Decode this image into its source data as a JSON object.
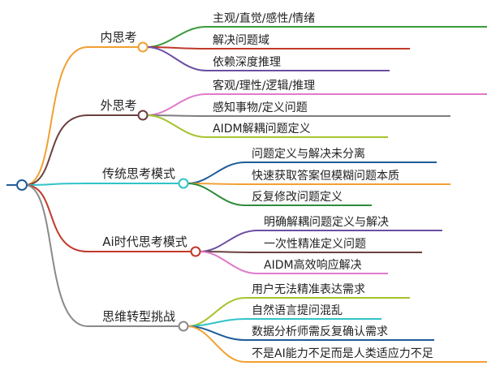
{
  "branches": [
    {
      "label": "内思考",
      "color": "#F2A033",
      "leaves": [
        {
          "label": "主观/直觉/感性/情绪",
          "color": "#3A9A3A"
        },
        {
          "label": "解决问题域",
          "color": "#C0392B"
        },
        {
          "label": "依赖深度推理",
          "color": "#6A4FA3"
        }
      ]
    },
    {
      "label": "外思考",
      "color": "#6B4040",
      "leaves": [
        {
          "label": "客观/理性/逻辑/推理",
          "color": "#E07ACB"
        },
        {
          "label": "感知事物/定义问题",
          "color": "#7F7F7F"
        },
        {
          "label": "AIDM解耦问题定义",
          "color": "#A5C42E"
        }
      ]
    },
    {
      "label": "传统思考模式",
      "color": "#31C3C9",
      "leaves": [
        {
          "label": "问题定义与解决未分离",
          "color": "#1F5C99"
        },
        {
          "label": "快速获取答案但模糊问题本质",
          "color": "#F2A033"
        },
        {
          "label": "反复修改问题定义",
          "color": "#2E8B3A"
        }
      ]
    },
    {
      "label": "Ai时代思考模式",
      "color": "#C0392B",
      "leaves": [
        {
          "label": "明确解耦问题定义与解决",
          "color": "#6A4FA3"
        },
        {
          "label": "一次性精准定义问题",
          "color": "#6B4040"
        },
        {
          "label": "AIDM高效响应解决",
          "color": "#E07ACB"
        }
      ]
    },
    {
      "label": "思维转型挑战",
      "color": "#8A8A8A",
      "leaves": [
        {
          "label": "用户无法精准表达需求",
          "color": "#A5C42E"
        },
        {
          "label": "自然语言提问混乱",
          "color": "#31C3C9"
        },
        {
          "label": "数据分析师需反复确认需求",
          "color": "#1F5C99"
        },
        {
          "label": "不是AI能力不足而是人类适应力不足",
          "color": "#F2A033"
        }
      ]
    }
  ]
}
